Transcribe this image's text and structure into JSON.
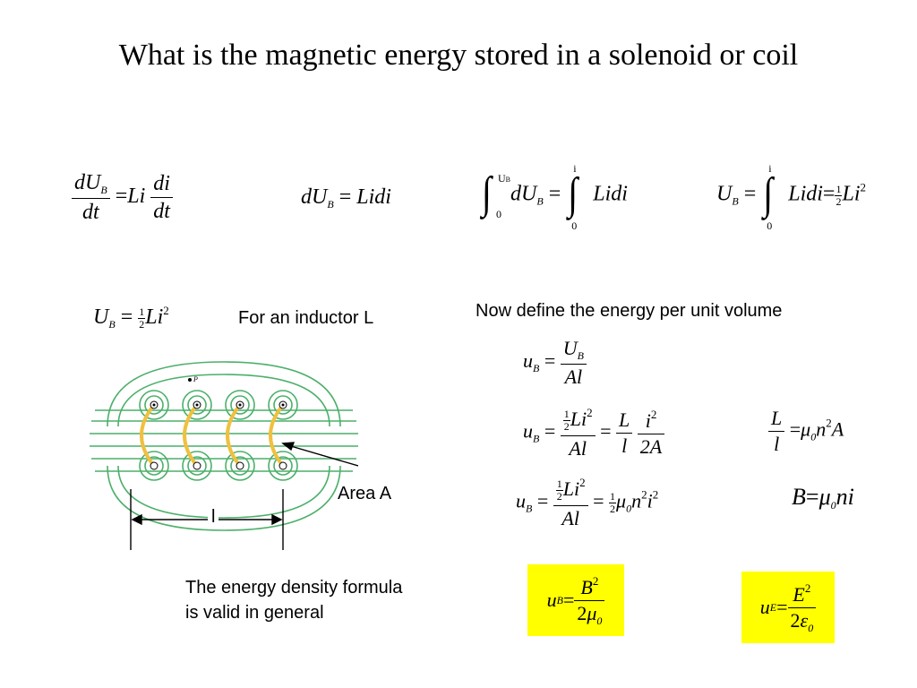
{
  "title": "What is the magnetic energy stored in a solenoid or coil",
  "labels": {
    "inductor": "For an inductor L",
    "per_volume": "Now define the energy per unit volume",
    "area": "Area A",
    "length": "l",
    "general_line1": "The energy density formula",
    "general_line2": "is valid in general"
  },
  "sym": {
    "d": "d",
    "U": "U",
    "B": "B",
    "dt": "dt",
    "eq": "=",
    "Li": "Li",
    "di": "di",
    "Lidi": "Lidi",
    "i": "i",
    "zero": "0",
    "half_n": "1",
    "half_d": "2",
    "sq": "2",
    "u": "u",
    "Al": "Al",
    "L": "L",
    "l": "l",
    "twoA": "2A",
    "mu": "μ",
    "n": "n",
    "A": "A",
    "ni": "ni",
    "E": "E",
    "eps": "ε",
    "two": "2",
    "P": "P"
  },
  "colors": {
    "highlight": "#ffff00",
    "field_line": "#4caf6a",
    "coil": "#f0c040"
  }
}
